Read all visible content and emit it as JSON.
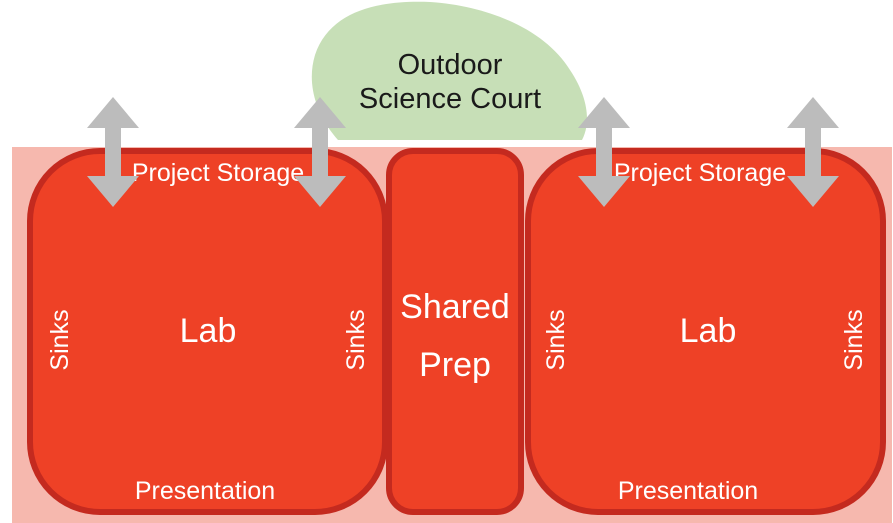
{
  "outdoor": {
    "line1": "Outdoor",
    "line2": "Science Court"
  },
  "left_lab": {
    "top": "Project Storage",
    "center": "Lab",
    "left_side": "Sinks",
    "right_side": "Sinks",
    "bottom": "Presentation"
  },
  "prep": {
    "line1": "Shared",
    "line2": "Prep"
  },
  "right_lab": {
    "top": "Project Storage",
    "center": "Lab",
    "left_side": "Sinks",
    "right_side": "Sinks",
    "bottom": "Presentation"
  },
  "colors": {
    "background_zone": "#f6b8ae",
    "room_fill": "#ee4126",
    "room_border": "#c42a1f",
    "court_fill": "#c7dfb7",
    "arrow": "#bcbcbc"
  },
  "icons": {
    "access_arrow": "double-headed-vertical-arrow"
  }
}
